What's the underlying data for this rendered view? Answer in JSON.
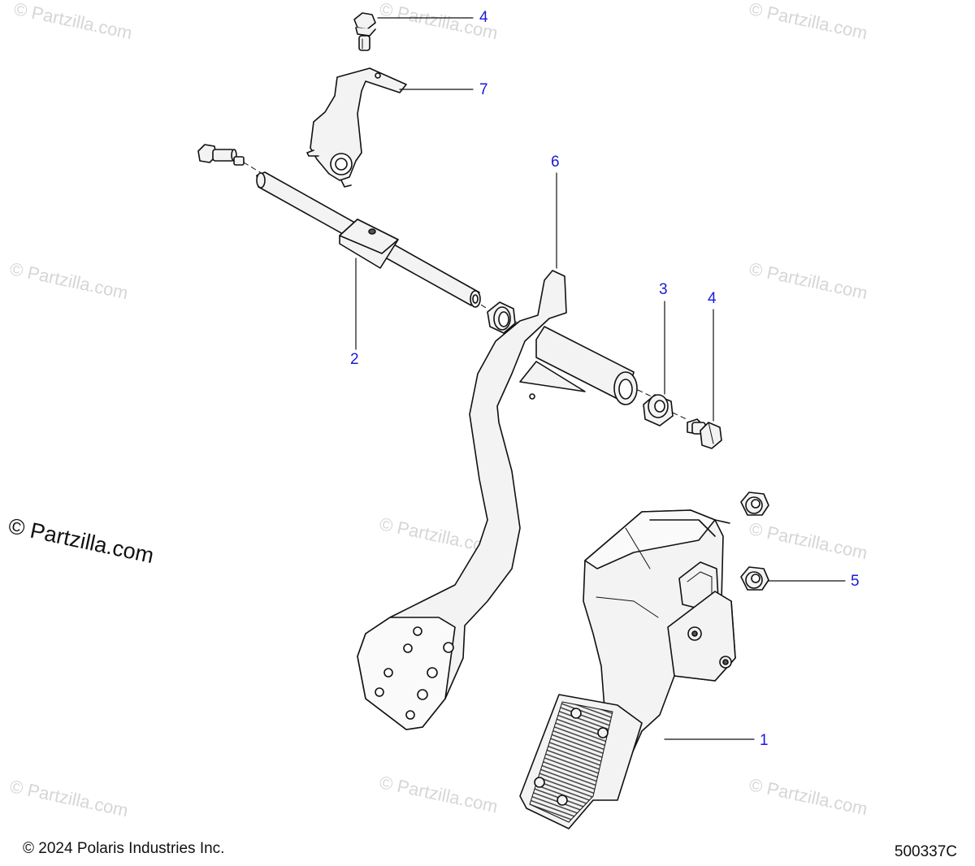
{
  "watermark": {
    "text": "© Partzilla.com"
  },
  "callouts": [
    {
      "id": "callout-4-top",
      "number": "4"
    },
    {
      "id": "callout-7",
      "number": "7"
    },
    {
      "id": "callout-6",
      "number": "6"
    },
    {
      "id": "callout-2",
      "number": "2"
    },
    {
      "id": "callout-3",
      "number": "3"
    },
    {
      "id": "callout-4-right",
      "number": "4"
    },
    {
      "id": "callout-5",
      "number": "5"
    },
    {
      "id": "callout-1",
      "number": "1"
    }
  ],
  "footer": {
    "copyright": "© 2024 Polaris Industries Inc.",
    "diagram_code": "500337C"
  },
  "colors": {
    "callout": "#1a1adb",
    "line": "#111111",
    "part_fill": "#f3f3f3",
    "watermark": "#d6d6d6"
  }
}
